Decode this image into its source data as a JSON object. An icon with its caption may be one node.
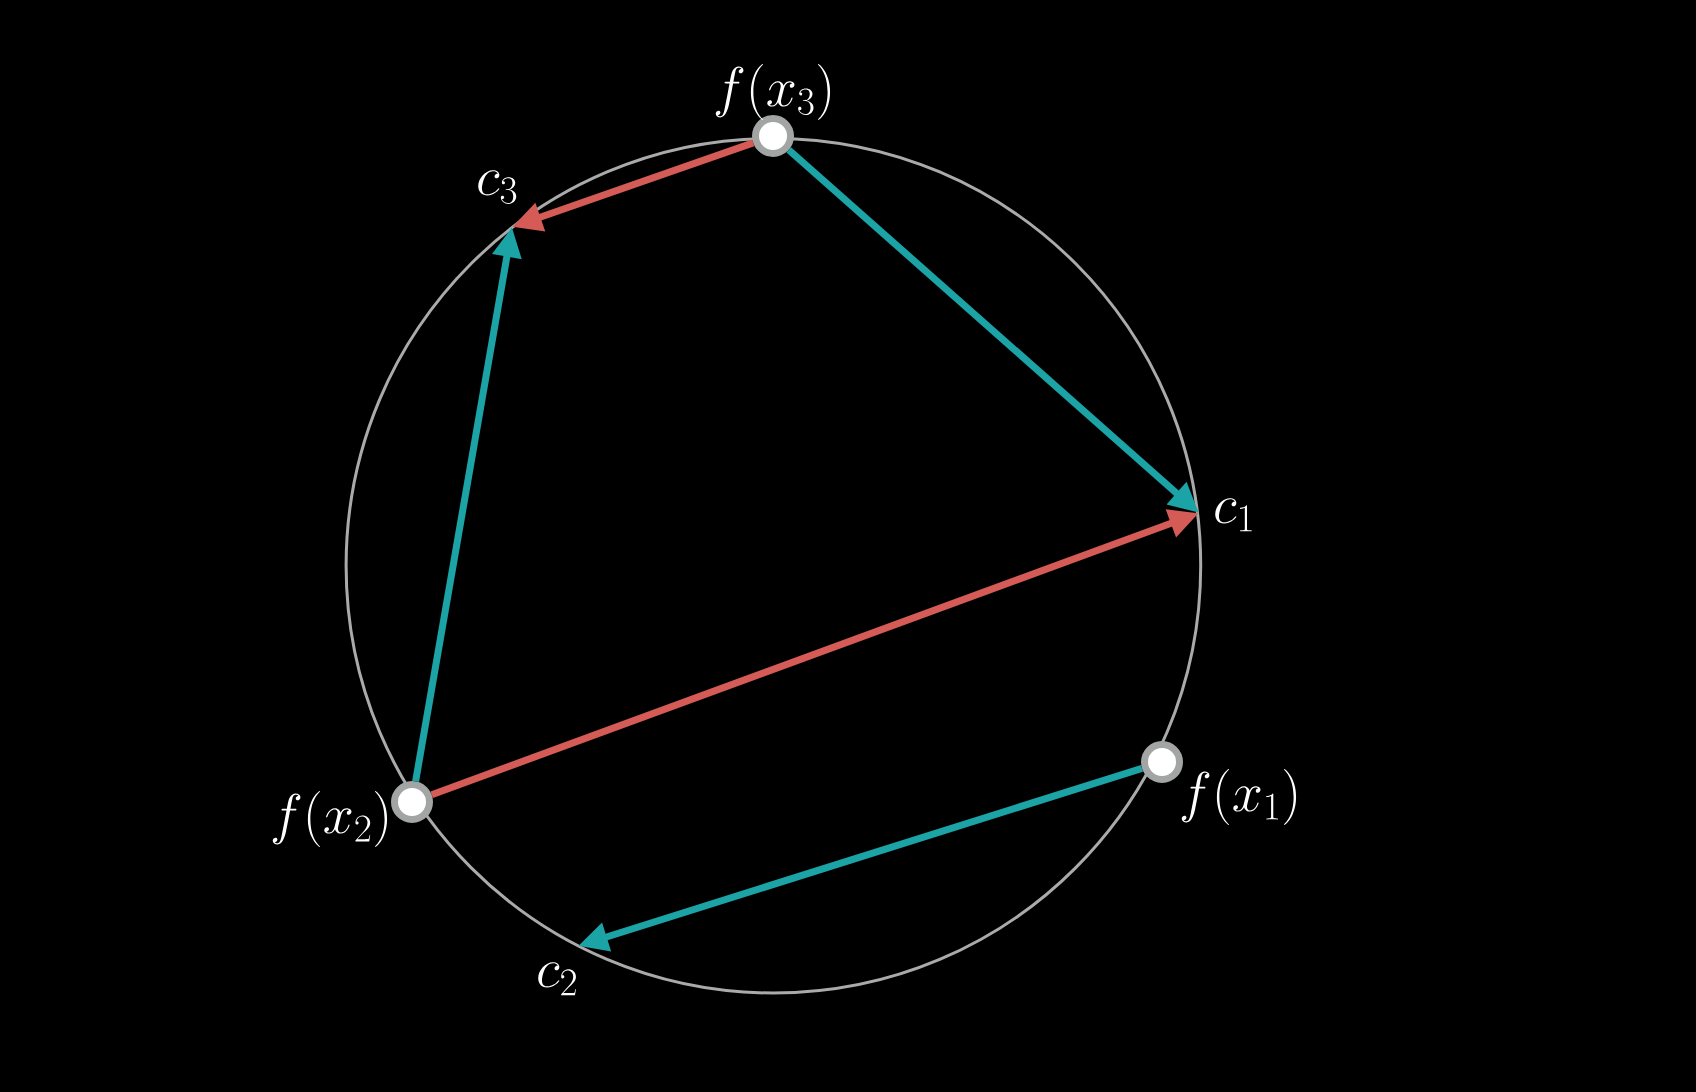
{
  "diagram": {
    "nodes": [
      {
        "text": [],
        "shape": "circle",
        "beside": [
          "f(x_3)"
        ]
      },
      {
        "text": [
          "c_3"
        ]
      },
      {
        "text": [
          "c_1"
        ]
      },
      {
        "text": [],
        "shape": "circle",
        "beside": [
          "f(x_1)"
        ]
      },
      {
        "text": [],
        "shape": "circle",
        "beside": [
          "f(x_2)"
        ]
      },
      {
        "text": [
          "c_2"
        ]
      }
    ],
    "edges": [
      {
        "from": 0,
        "to": 2,
        "arrow": "to"
      },
      {
        "from": 0,
        "to": 1,
        "arrow": "to",
        "color": "#d55c56"
      },
      {
        "from": 4,
        "to": 1,
        "arrow": "to"
      },
      {
        "from": 4,
        "to": 2,
        "arrow": "to",
        "color": "#d55c56"
      },
      {
        "from": 3,
        "to": 5,
        "arrow": "to"
      }
    ]
  }
}
